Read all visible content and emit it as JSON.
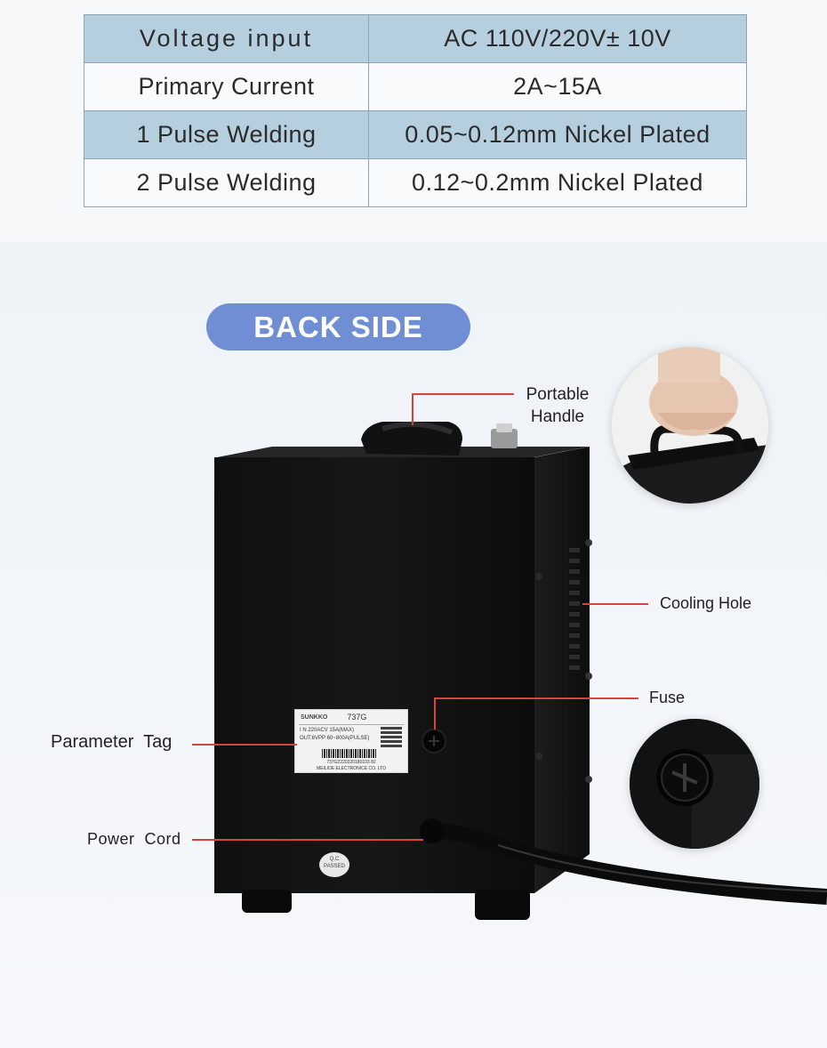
{
  "spec_table": {
    "rows": [
      {
        "label": "Voltage input",
        "value": "AC 110V/220V± 10V"
      },
      {
        "label": "Primary Current",
        "value": "2A~15A"
      },
      {
        "label": "1 Pulse Welding",
        "value": "0.05~0.12mm Nickel Plated"
      },
      {
        "label": "2 Pulse Welding",
        "value": "0.12~0.2mm Nickel Plated"
      }
    ]
  },
  "section_badge": "BACK SIDE",
  "callouts": {
    "portable_handle_line1": "Portable",
    "portable_handle_line2": "Handle",
    "cooling_hole": "Cooling Hole",
    "fuse": "Fuse",
    "parameter_tag": "Parameter  Tag",
    "power_cord": "Power  Cord"
  },
  "label_plate": {
    "brand": "SUNKKO",
    "model": "737G",
    "line1": "I N 220ACV  15A(MAX)",
    "line2": "OUT:6VPP  60~800A(PULSE)",
    "serial": "737G2220320180103 82",
    "maker": "MEILIDE ELECTRONICE CO. LTD"
  },
  "qc_sticker": {
    "line1": "Q.C",
    "line2": "PASSED"
  },
  "colors": {
    "badge": "#6f8ed3",
    "table_shade": "#b6cfde",
    "callout_line": "#d6453c",
    "device_body": "#141414"
  }
}
